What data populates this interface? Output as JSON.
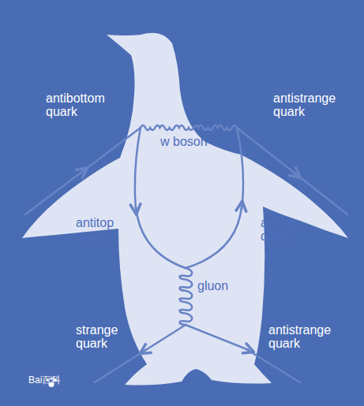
{
  "diagram": {
    "labels": [
      "antibottom quark",
      "w boson",
      "antistrange quark",
      "antitop quark",
      "antitop quark",
      "gluon",
      "strange quark",
      "antistrange quark",
      "Bai百科"
    ]
  }
}
